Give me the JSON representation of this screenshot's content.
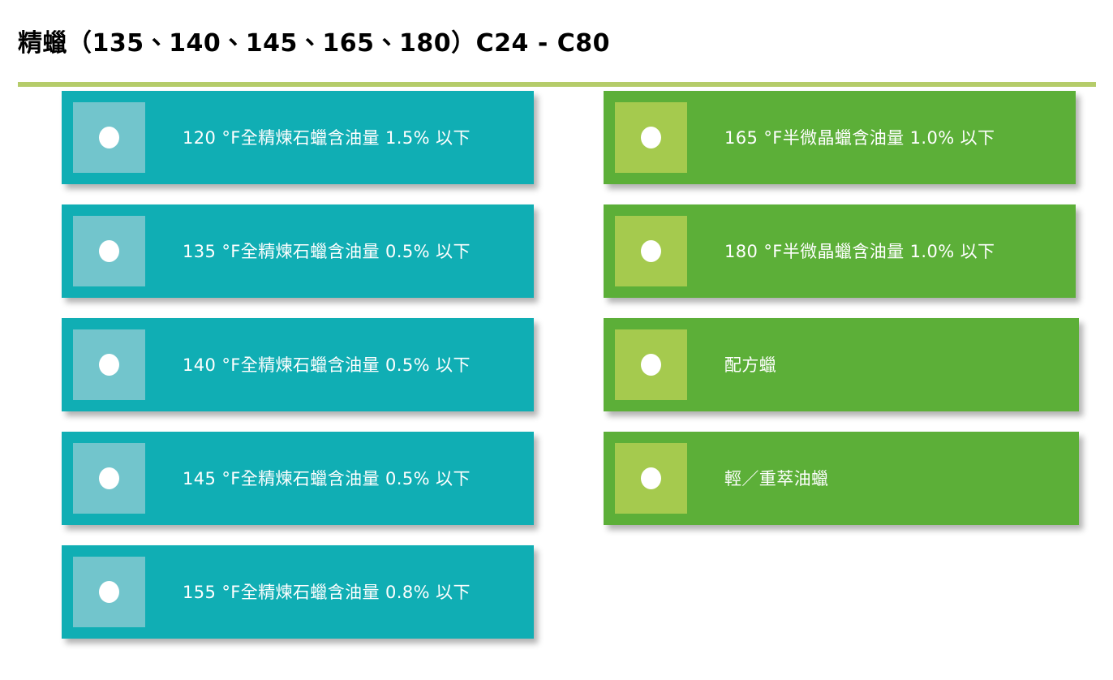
{
  "title": "精蠟（135、140、145、165、180）C24 - C80",
  "theme": {
    "rule_color": "#b5cc6a",
    "teal": "#10aeb4",
    "teal_light": "#72c5cc",
    "green": "#5caf38",
    "green_light": "#a5ca4e",
    "text_on_card": "#ffffff",
    "title_color": "#000000",
    "background": "#ffffff"
  },
  "left_column": {
    "cards": [
      {
        "bullet_icon": "bullet-dot-icon",
        "label": "120 °F全精煉石蠟含油量 1.5% 以下"
      },
      {
        "bullet_icon": "bullet-dot-icon",
        "label": "135 °F全精煉石蠟含油量 0.5% 以下"
      },
      {
        "bullet_icon": "bullet-dot-icon",
        "label": "140 °F全精煉石蠟含油量 0.5% 以下"
      },
      {
        "bullet_icon": "bullet-dot-icon",
        "label": "145 °F全精煉石蠟含油量 0.5% 以下"
      },
      {
        "bullet_icon": "bullet-dot-icon",
        "label": "155 °F全精煉石蠟含油量 0.8% 以下"
      }
    ]
  },
  "right_column": {
    "cards": [
      {
        "bullet_icon": "bullet-dot-icon",
        "label": "165 °F半微晶蠟含油量 1.0% 以下"
      },
      {
        "bullet_icon": "bullet-dot-icon",
        "label": "180 °F半微晶蠟含油量 1.0% 以下"
      },
      {
        "bullet_icon": "bullet-dot-icon",
        "label": "配方蠟"
      },
      {
        "bullet_icon": "bullet-dot-icon",
        "label": "輕／重萃油蠟"
      }
    ]
  }
}
